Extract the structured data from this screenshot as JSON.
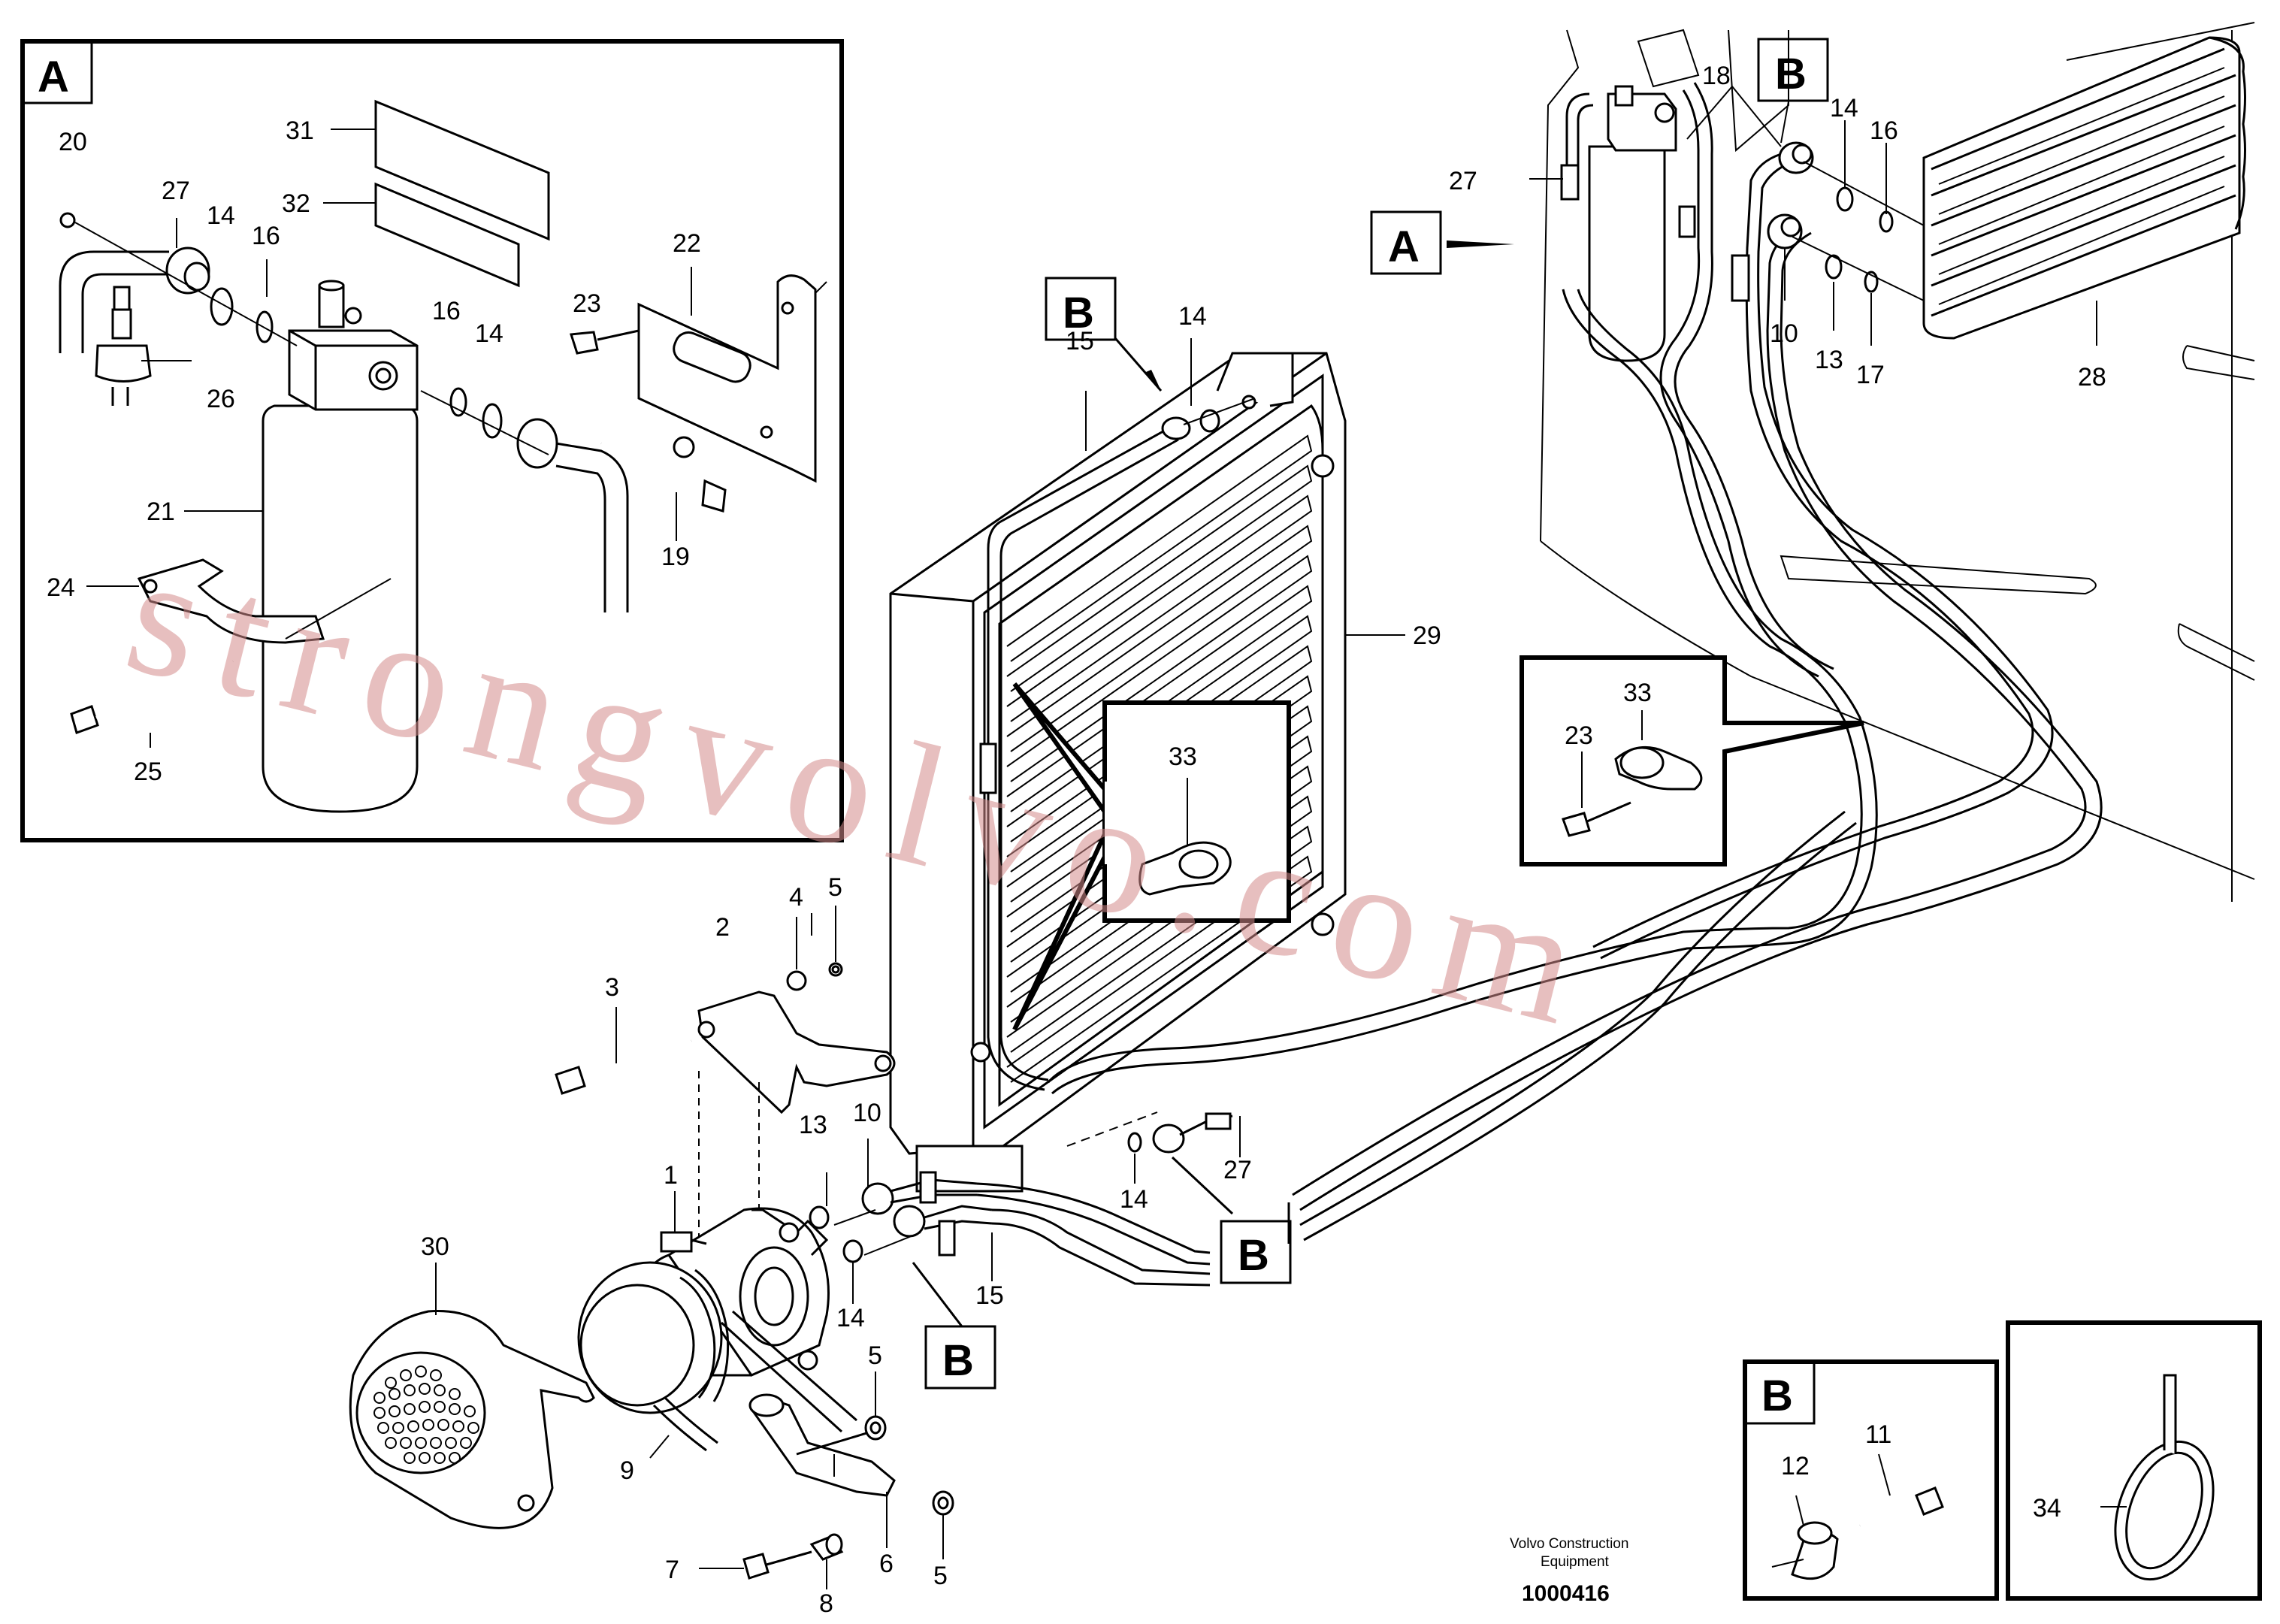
{
  "diagram": {
    "callouts": {
      "a_title": "A",
      "a_20": "20",
      "a_27": "27",
      "a_14": "14",
      "a_16": "16",
      "a_31": "31",
      "a_32": "32",
      "a_22": "22",
      "a_23": "23",
      "a_16b": "16",
      "a_14b": "14",
      "a_26": "26",
      "a_21": "21",
      "a_19": "19",
      "a_24": "24",
      "a_25": "25",
      "r_18": "18",
      "r_B": "B",
      "r_14": "14",
      "r_16": "16",
      "r_27": "27",
      "r_A": "A",
      "r_10": "10",
      "r_13": "13",
      "r_17": "17",
      "r_28": "28",
      "c_B": "B",
      "c_14": "14",
      "c_15": "15",
      "c_29": "29",
      "c_33": "33",
      "d_33": "33",
      "d_23": "23",
      "m_4": "4",
      "m_5": "5",
      "m_2": "2",
      "m_3": "3",
      "m_13": "13",
      "m_10": "10",
      "m_1": "1",
      "m_27": "27",
      "m_14": "14",
      "m_15": "15",
      "m_14b": "14",
      "m_B1": "B",
      "m_B2": "B",
      "m_30": "30",
      "l_5": "5",
      "l_9": "9",
      "l_7": "7",
      "l_8": "8",
      "l_6": "6",
      "l_5b": "5",
      "b_title": "B",
      "b_12": "12",
      "b_11": "11",
      "t_34": "34"
    },
    "caption_line1": "Volvo Construction",
    "caption_line2": "Equipment",
    "doc_number": "1000416",
    "watermark": "strongvolvo.com"
  }
}
